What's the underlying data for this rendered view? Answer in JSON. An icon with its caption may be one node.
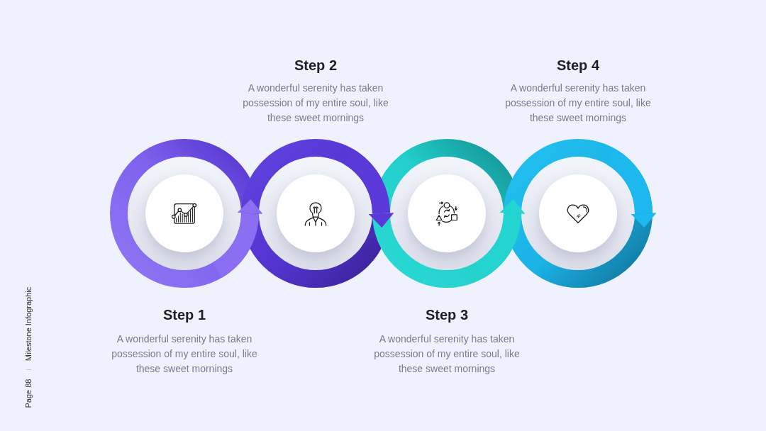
{
  "diagram": {
    "nodes": [
      {
        "text": [],
        "shape": "circle"
      },
      {
        "text": [],
        "shape": "circle"
      },
      {
        "text": [],
        "shape": "circle"
      },
      {
        "text": [],
        "shape": "circle"
      }
    ],
    "edges": [
      {
        "from": 0,
        "to": 1,
        "arrow": "to",
        "color": "#8b6ef2"
      },
      {
        "from": 1,
        "to": 2,
        "arrow": "to",
        "color": "#5a39d8"
      },
      {
        "from": 2,
        "to": 3,
        "arrow": "to",
        "color": "#24d4d0"
      },
      {
        "from": null,
        "to": 3,
        "arrow": "to",
        "color": "#1db9ee"
      }
    ],
    "labels": [
      "Step 1",
      "A wonderful serenity has taken possession of my entire soul, like these sweet mornings",
      "Step 2",
      "A wonderful serenity has taken possession of my entire soul, like these sweet mornings",
      "Step 3",
      "A wonderful serenity has taken possession of my entire soul, like these sweet mornings",
      "Step 4",
      "A wonderful serenity has taken possession of my entire soul, like these sweet mornings",
      "Page 88",
      "Milestone Infographic"
    ]
  }
}
